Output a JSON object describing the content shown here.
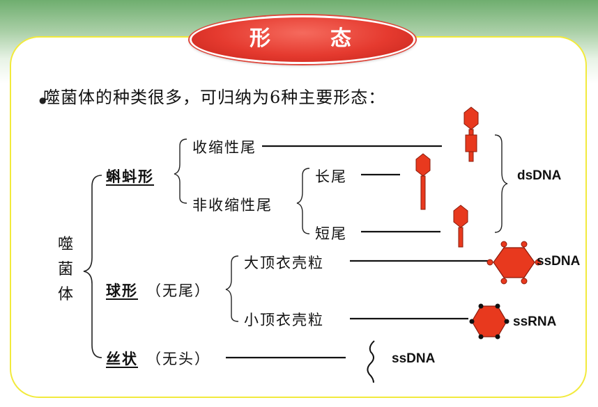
{
  "title": "形　态",
  "intro": "噬菌体的种类很多，可归纳为6种主要形态：",
  "root_label": [
    "噬",
    "菌",
    "体"
  ],
  "branches": {
    "tadpole": "蝌蚪形",
    "contractile_tail": "收缩性尾",
    "noncontractile_tail": "非收缩性尾",
    "long_tail": "长尾",
    "short_tail": "短尾",
    "spherical": "球形",
    "spherical_note": "（无尾）",
    "large_capsomere": "大顶衣壳粒",
    "small_capsomere": "小顶衣壳粒",
    "filamentous": "丝状",
    "filamentous_note": "（无头）"
  },
  "nucleic_acids": {
    "tadpole": "dsDNA",
    "large_capsomere": "ssDNA",
    "small_capsomere": "ssRNA",
    "filamentous": "ssDNA"
  },
  "colors": {
    "frame_border": "#f2ea3c",
    "phage_red": "#e8391e",
    "title_red": "#e53a2f",
    "header_green": "#6fae6f"
  },
  "icons": [
    "bullet-dot",
    "tailed-phage-icon",
    "icosahedral-phage-icon",
    "filamentous-phage-icon"
  ]
}
